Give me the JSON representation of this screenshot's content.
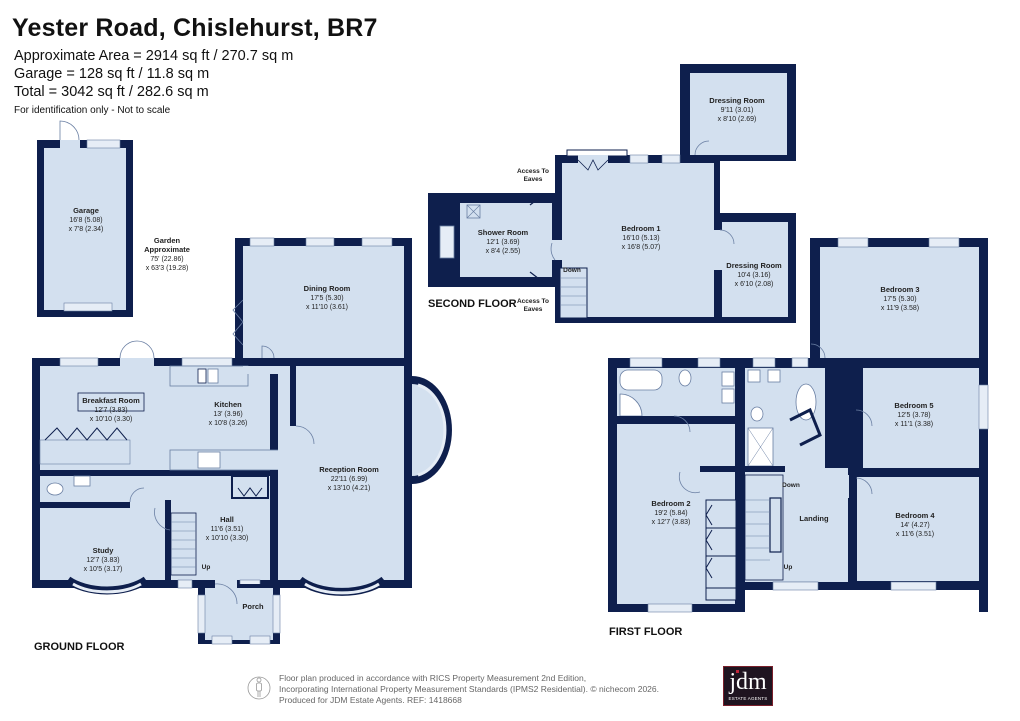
{
  "header": {
    "title": "Yester Road, Chislehurst, BR7",
    "area_lines": [
      "Approximate Area = 2914 sq ft / 270.7 sq m",
      "Garage = 128  sq ft / 11.8 sq m",
      "Total = 3042 sq ft / 282.6 sq m"
    ],
    "disclaimer": "For identification only - Not to scale"
  },
  "colors": {
    "wall": "#0e1f4d",
    "room_fill": "#d3e0ef",
    "window": "#e6edf6",
    "fixture_line": "#6a7fa3"
  },
  "floors": {
    "ground": {
      "label": "GROUND FLOOR",
      "rooms": [
        {
          "name": "Garage",
          "dims": [
            "16'8 (5.08)",
            "x 7'8 (2.34)"
          ]
        },
        {
          "name": "Garden",
          "name2": "Approximate",
          "dims": [
            "75' (22.86)",
            "x 63'3 (19.28)"
          ]
        },
        {
          "name": "Dining Room",
          "dims": [
            "17'5 (5.30)",
            "x 11'10 (3.61)"
          ]
        },
        {
          "name": "Breakfast  Room",
          "dims": [
            "12'7 (3.83)",
            "x 10'10 (3.30)"
          ]
        },
        {
          "name": "Kitchen",
          "dims": [
            "13' (3.96)",
            "x 10'8 (3.26)"
          ]
        },
        {
          "name": "Reception Room",
          "dims": [
            "22'11 (6.99)",
            "x 13'10 (4.21)"
          ]
        },
        {
          "name": "Hall",
          "dims": [
            "11'6 (3.51)",
            "x 10'10 (3.30)"
          ]
        },
        {
          "name": "Study",
          "dims": [
            "12'7 (3.83)",
            "x 10'5 (3.17)"
          ]
        },
        {
          "name": "Porch",
          "dims": []
        }
      ],
      "stair_label": "Up"
    },
    "second": {
      "label": "SECOND FLOOR",
      "rooms": [
        {
          "name": "Dressing Room",
          "dims": [
            "9'11 (3.01)",
            "x 8'10 (2.69)"
          ]
        },
        {
          "name": "Shower Room",
          "dims": [
            "12'1 (3.69)",
            "x 8'4 (2.55)"
          ]
        },
        {
          "name": "Bedroom 1",
          "dims": [
            "16'10 (5.13)",
            "x 16'8 (5.07)"
          ]
        },
        {
          "name": "Dressing Room",
          "dims": [
            "10'4 (3.16)",
            "x 6'10 (2.08)"
          ]
        }
      ],
      "eaves_top": [
        "Access To",
        "Eaves"
      ],
      "eaves_bottom": [
        "Access To",
        "Eaves"
      ],
      "stair_label": "Down"
    },
    "first": {
      "label": "FIRST FLOOR",
      "rooms": [
        {
          "name": "Bedroom 3",
          "dims": [
            "17'5 (5.30)",
            "x 11'9 (3.58)"
          ]
        },
        {
          "name": "Bedroom 5",
          "dims": [
            "12'5 (3.78)",
            "x 11'1 (3.38)"
          ]
        },
        {
          "name": "Bedroom 2",
          "dims": [
            "19'2 (5.84)",
            "x 12'7 (3.83)"
          ]
        },
        {
          "name": "Landing",
          "dims": []
        },
        {
          "name": "Bedroom 4",
          "dims": [
            "14' (4.27)",
            "x 11'6 (3.51)"
          ]
        }
      ],
      "stair_down": "Down",
      "stair_up": "Up"
    }
  },
  "footer": {
    "lines": [
      "Floor plan produced in accordance with RICS Property Measurement 2nd Edition,",
      "Incorporating International Property Measurement Standards (IPMS2 Residential).   © nichecom 2026.",
      "Produced for JDM Estate Agents.   REF:  1418668"
    ],
    "logo_text": "jdm",
    "logo_subtext": "ESTATE AGENTS"
  }
}
